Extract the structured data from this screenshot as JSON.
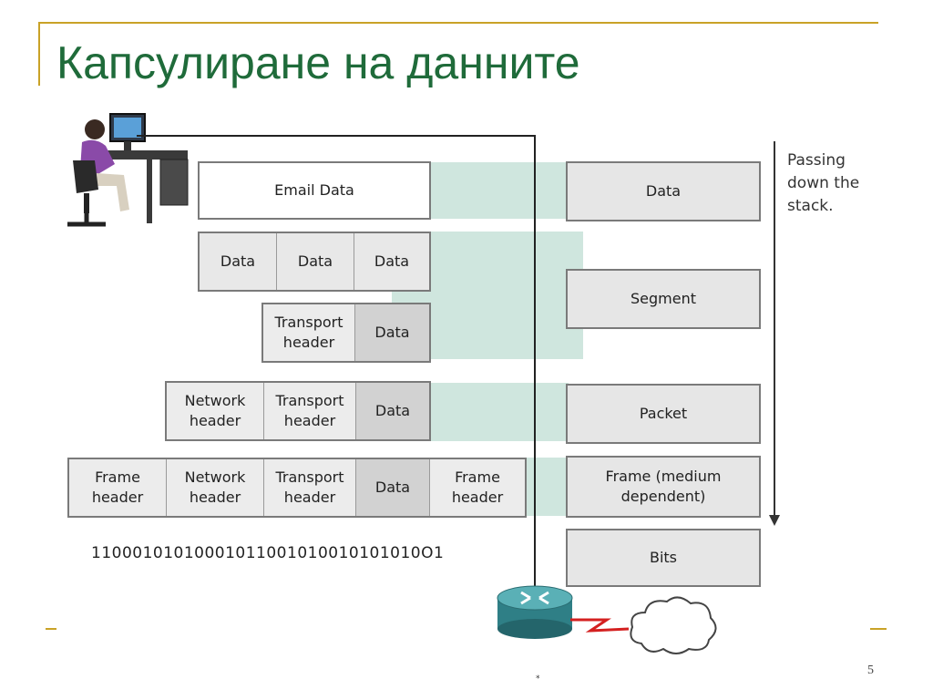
{
  "slide": {
    "title": "Капсулиране на данните",
    "page_number": "5",
    "footer_mark": "*"
  },
  "colors": {
    "title": "#1f6b3a",
    "accent_line": "#c9a227",
    "band": "#cfe6de",
    "box": "#e8e8e8",
    "box_border": "#7a7a7a"
  },
  "diagram": {
    "rows": {
      "email": {
        "label": "Email Data"
      },
      "segments": {
        "cells": [
          "Data",
          "Data",
          "Data"
        ]
      },
      "transport": {
        "header": "Transport\nheader",
        "data": "Data"
      },
      "packet": {
        "network": "Network\nheader",
        "transport": "Transport\nheader",
        "data": "Data"
      },
      "frame": {
        "frame_header": "Frame\nheader",
        "network": "Network\nheader",
        "transport": "Transport\nheader",
        "data": "Data",
        "frame_trailer": "Frame\nheader"
      },
      "bits": "11000101010001011001010010101010O1"
    },
    "stack_labels": [
      "Data",
      "Segment",
      "Packet",
      "Frame (medium\ndependent)",
      "Bits"
    ],
    "direction_note": "Passing\ndown the\nstack."
  },
  "icons": [
    "user-at-computer-icon",
    "router-icon",
    "cloud-icon",
    "network-link-icon",
    "down-arrow-icon"
  ]
}
